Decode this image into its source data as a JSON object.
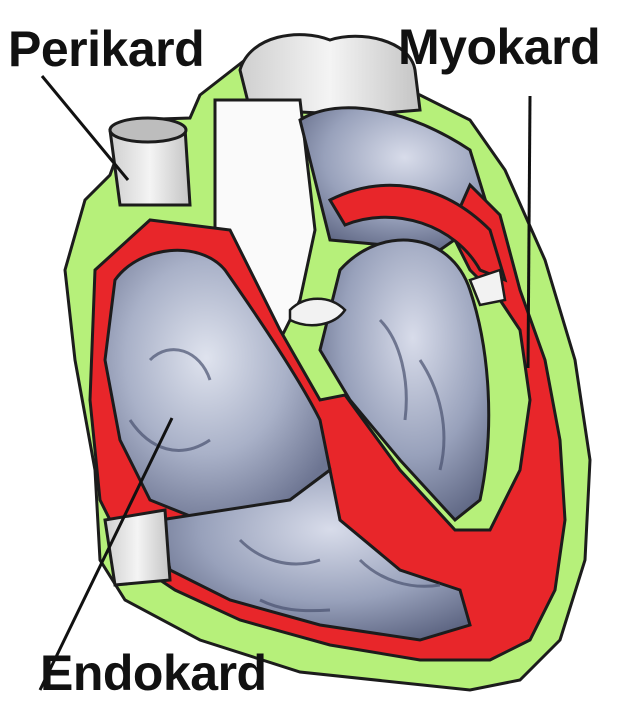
{
  "labels": {
    "perikard": "Perikard",
    "myokard": "Myokard",
    "endokard": "Endokard"
  },
  "colors": {
    "perikard": "#b6f07a",
    "myokard": "#e8262a",
    "endokard_chamber": "#a7afc6",
    "outline": "#1c1c1c",
    "vessel": "#e6e6e6"
  }
}
